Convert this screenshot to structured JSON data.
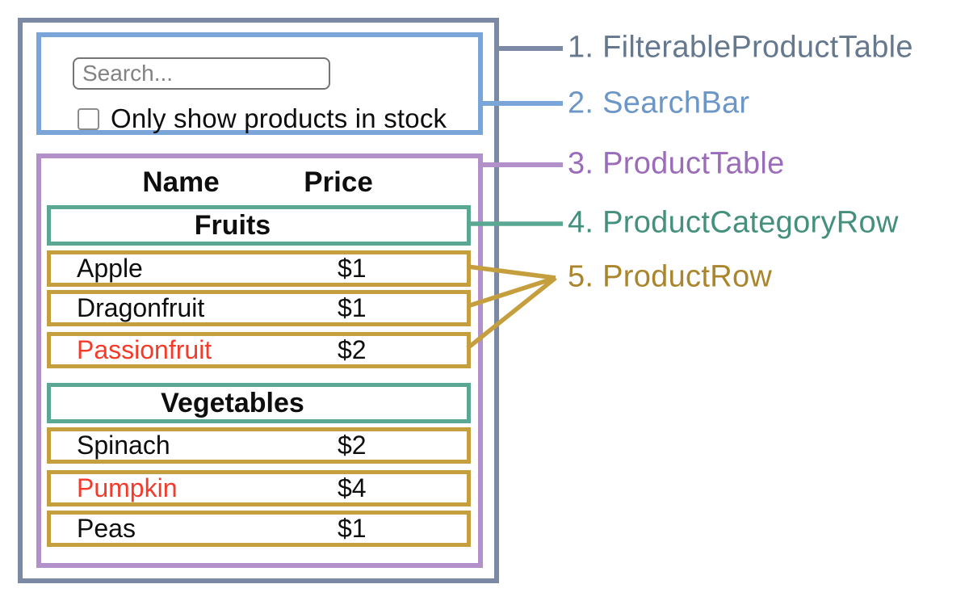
{
  "annotations": {
    "labels": [
      {
        "text": "1. FilterableProductTable",
        "color": "#65788e"
      },
      {
        "text": "2. SearchBar",
        "color": "#6b96c6"
      },
      {
        "text": "3. ProductTable",
        "color": "#9b6cba"
      },
      {
        "text": "4. ProductCategoryRow",
        "color": "#44907d"
      },
      {
        "text": "5. ProductRow",
        "color": "#aa852c"
      }
    ]
  },
  "search_bar": {
    "search_placeholder": "Search...",
    "checkbox_label": "Only show products in stock",
    "checkbox_checked": false
  },
  "product_table": {
    "headers": {
      "name": "Name",
      "price": "Price"
    },
    "sections": [
      {
        "category": "Fruits",
        "rows": [
          {
            "name": "Apple",
            "price": "$1",
            "highlighted_red": false
          },
          {
            "name": "Dragonfruit",
            "price": "$1",
            "highlighted_red": false
          },
          {
            "name": "Passionfruit",
            "price": "$2",
            "highlighted_red": true
          }
        ]
      },
      {
        "category": "Vegetables",
        "rows": [
          {
            "name": "Spinach",
            "price": "$2",
            "highlighted_red": false
          },
          {
            "name": "Pumpkin",
            "price": "$4",
            "highlighted_red": true
          },
          {
            "name": "Peas",
            "price": "$1",
            "highlighted_red": false
          }
        ]
      }
    ]
  },
  "colors": {
    "filterable_product_table_border": "#7b89a4",
    "search_bar_border": "#7aa5d8",
    "product_table_border": "#b291cb",
    "product_category_row_border": "#5aa794",
    "product_row_border": "#c59e3e",
    "out_of_stock_text": "#f33b2b"
  }
}
